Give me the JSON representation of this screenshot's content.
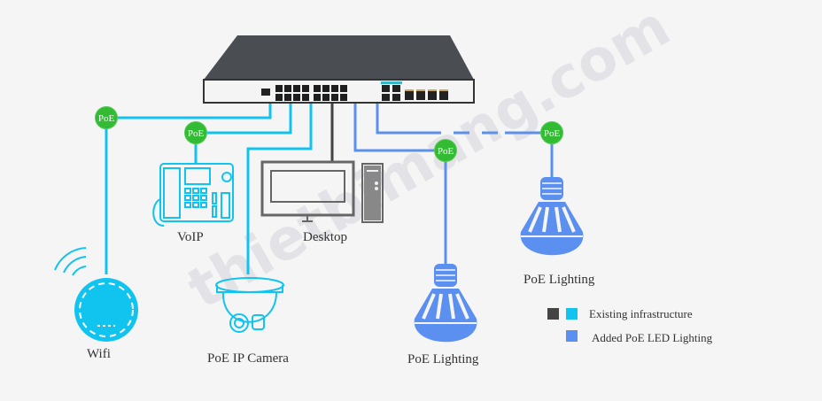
{
  "colors": {
    "background": "#f5f5f5",
    "existing_dark": "#444444",
    "existing_cyan": "#11c4f0",
    "added_blue": "#5b8ff0",
    "poe_green": "#33bb33"
  },
  "poe_badge_text": "PoE",
  "devices": {
    "wifi": "Wifi",
    "voip": "VoIP",
    "camera": "PoE IP Camera",
    "desktop": "Desktop",
    "lighting_1": "PoE Lighting",
    "lighting_2": "PoE Lighting"
  },
  "legend": {
    "existing": "Existing infrastructure",
    "added": "Added PoE LED Lighting"
  },
  "watermark": "thietbimang.com"
}
